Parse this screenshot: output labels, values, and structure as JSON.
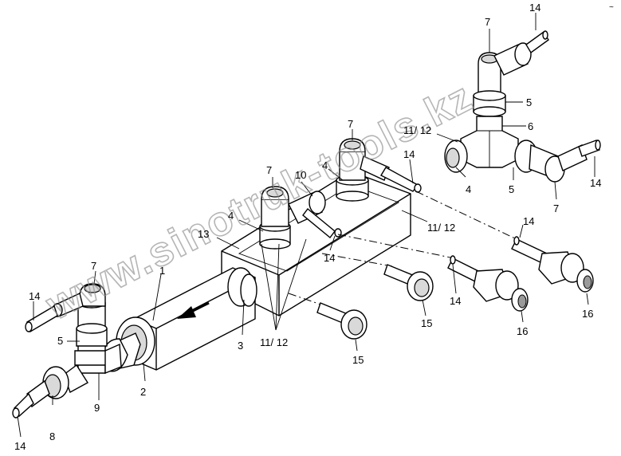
{
  "watermark": "www.sinotruk-tools.kz",
  "corner_mark": "~",
  "labels": {
    "l1": "1",
    "l2": "2",
    "l3": "3",
    "l4a": "4",
    "l4b": "4",
    "l4c": "4",
    "l5a": "5",
    "l5b": "5",
    "l5c": "5",
    "l6": "6",
    "l7a": "7",
    "l7b": "7",
    "l7c": "7",
    "l7d": "7",
    "l7e": "7",
    "l8": "8",
    "l9": "9",
    "l10": "10",
    "l1112a": "11/ 12",
    "l1112b": "11/ 12",
    "l1112c": "11/ 12",
    "l13": "13",
    "l14a": "14",
    "l14b": "14",
    "l14c": "14",
    "l14d": "14",
    "l14e": "14",
    "l14f": "14",
    "l14g": "14",
    "l14h": "14",
    "l15a": "15",
    "l15b": "15",
    "l16a": "16",
    "l16b": "16"
  },
  "colors": {
    "line": "#000000",
    "background": "#ffffff",
    "watermark": "#8f8f8f"
  }
}
